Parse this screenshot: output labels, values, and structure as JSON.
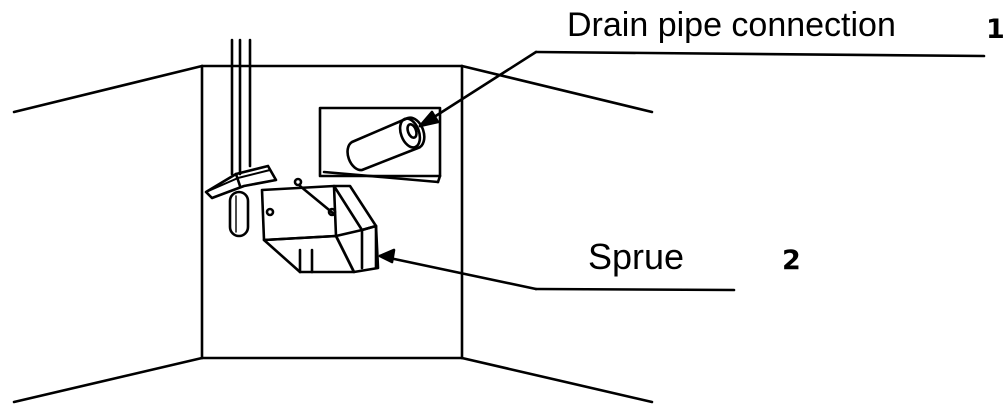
{
  "callouts": [
    {
      "label": "Drain pipe connection",
      "number": "1"
    },
    {
      "label": "Sprue",
      "number": "2"
    }
  ],
  "colors": {
    "line": "#000000",
    "background": "#ffffff"
  }
}
